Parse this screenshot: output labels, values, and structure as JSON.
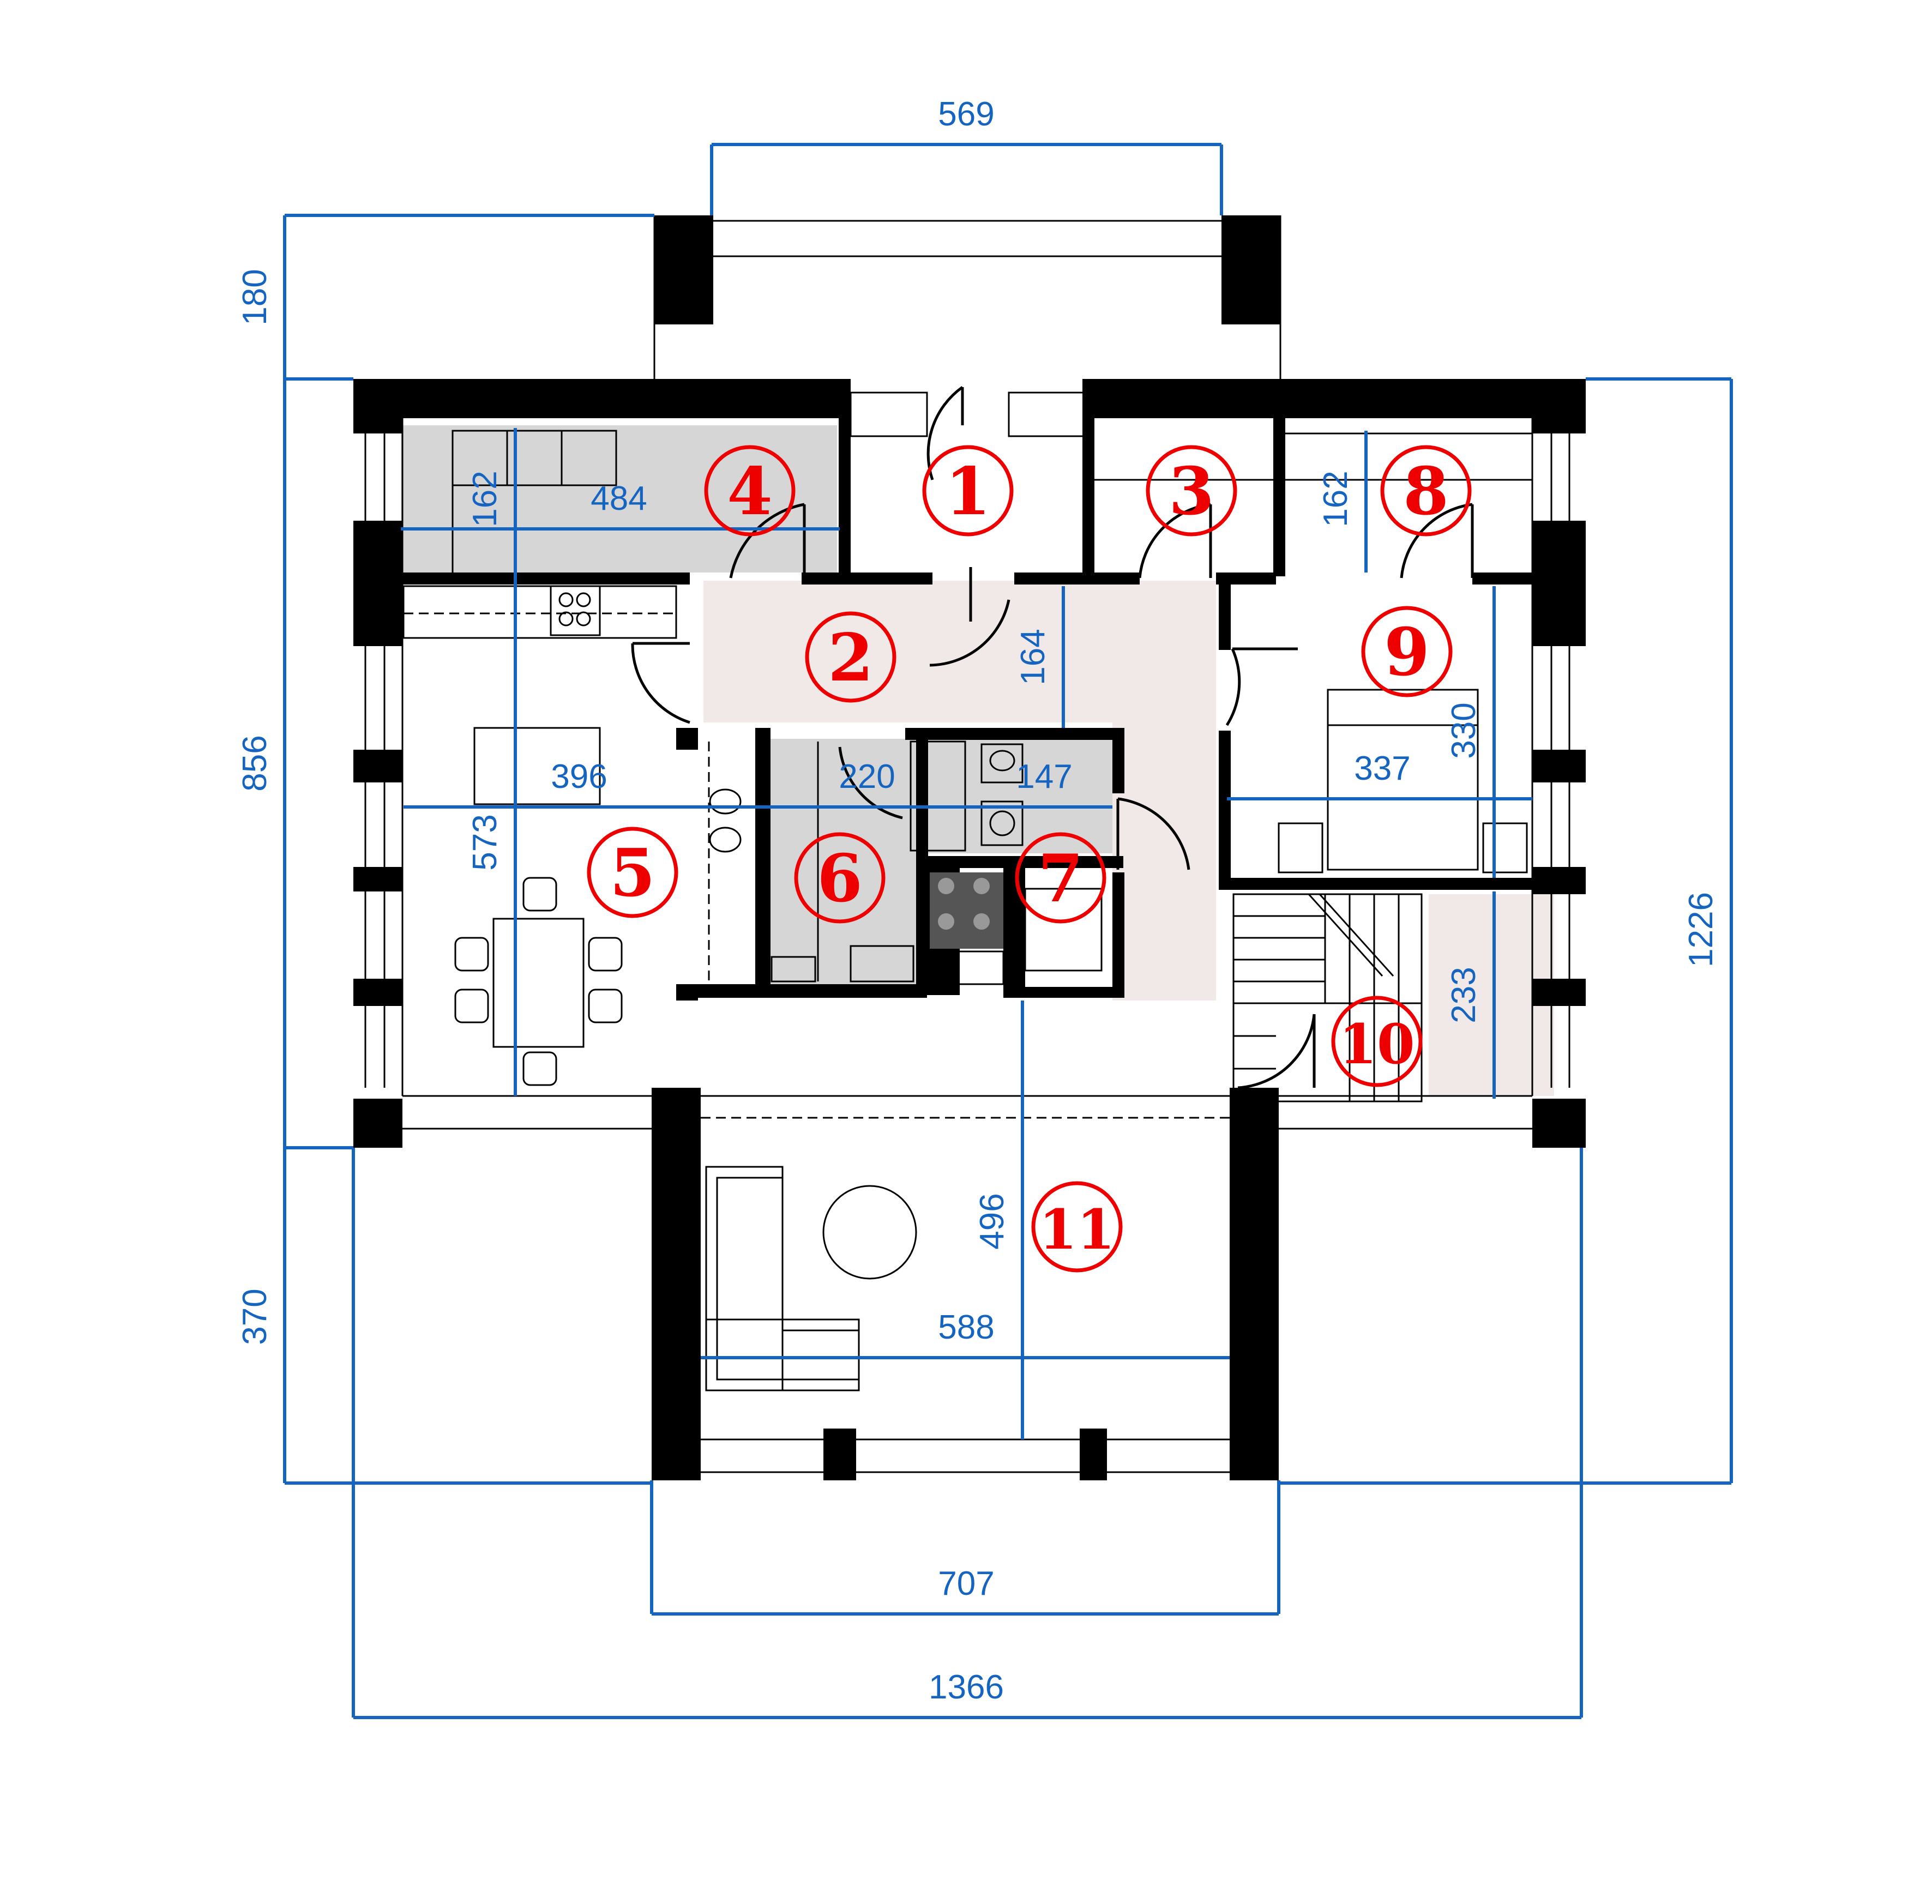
{
  "colors": {
    "wall": "#000000",
    "dimension": "#1565c0",
    "room_number": "#ee0000",
    "hall_fill": "#f1e8e8",
    "fixture_fill": "#d6d6d6"
  },
  "dimensions": {
    "top_width": "569",
    "top_offset": "180",
    "main_depth": "856",
    "bottom_offset": "370",
    "total_depth": "1226",
    "bottom_width": "707",
    "total_width": "1366",
    "storage_height": "162",
    "storage_width": "484",
    "hall_depth": "164",
    "room8_height": "162",
    "kitchen_width": "396",
    "kitchen_depth": "573",
    "room6_width": "220",
    "room7_width": "147",
    "room9_width": "337",
    "room9_depth": "330",
    "stair_depth": "233",
    "living_depth": "496",
    "living_width": "588"
  },
  "rooms": [
    {
      "label": "1"
    },
    {
      "label": "2"
    },
    {
      "label": "3"
    },
    {
      "label": "4"
    },
    {
      "label": "5"
    },
    {
      "label": "6"
    },
    {
      "label": "7"
    },
    {
      "label": "8"
    },
    {
      "label": "9"
    },
    {
      "label": "10"
    },
    {
      "label": "11"
    }
  ]
}
